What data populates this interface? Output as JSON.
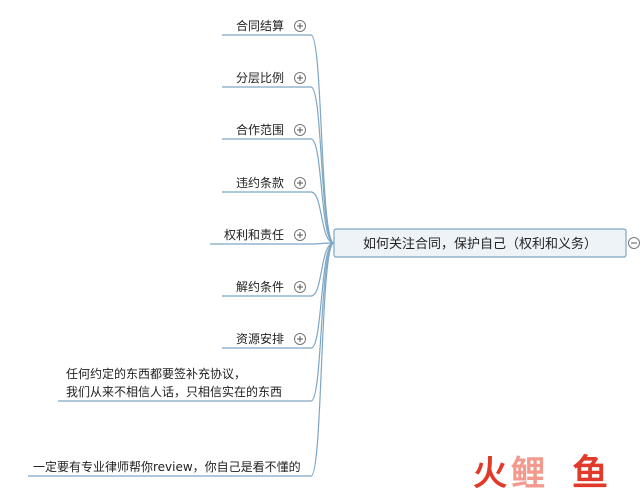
{
  "mindmap": {
    "root": {
      "label": "如何关注合同，保护自己（权利和义务）",
      "toggle": "collapse-icon"
    },
    "branches": [
      {
        "lines": [
          "合同结算"
        ],
        "toggle": "expand-icon"
      },
      {
        "lines": [
          "分层比例"
        ],
        "toggle": "expand-icon"
      },
      {
        "lines": [
          "合作范围"
        ],
        "toggle": "expand-icon"
      },
      {
        "lines": [
          "违约条款"
        ],
        "toggle": "expand-icon"
      },
      {
        "lines": [
          "权利和责任"
        ],
        "toggle": "expand-icon"
      },
      {
        "lines": [
          "解约条件"
        ],
        "toggle": "expand-icon"
      },
      {
        "lines": [
          "资源安排"
        ],
        "toggle": "expand-icon"
      },
      {
        "lines": [
          "任何约定的东西都要签补充协议，",
          "我们从来不相信人话，只相信实在的东西"
        ]
      },
      {
        "lines": [
          "一定要有专业律师帮你review，你自己是看不懂的"
        ]
      }
    ]
  },
  "watermark": {
    "text": "火鲤鱼",
    "color": "#e23a2a"
  },
  "colors": {
    "connector": "#7ea6c4",
    "root_fill": "#eef3f8"
  }
}
